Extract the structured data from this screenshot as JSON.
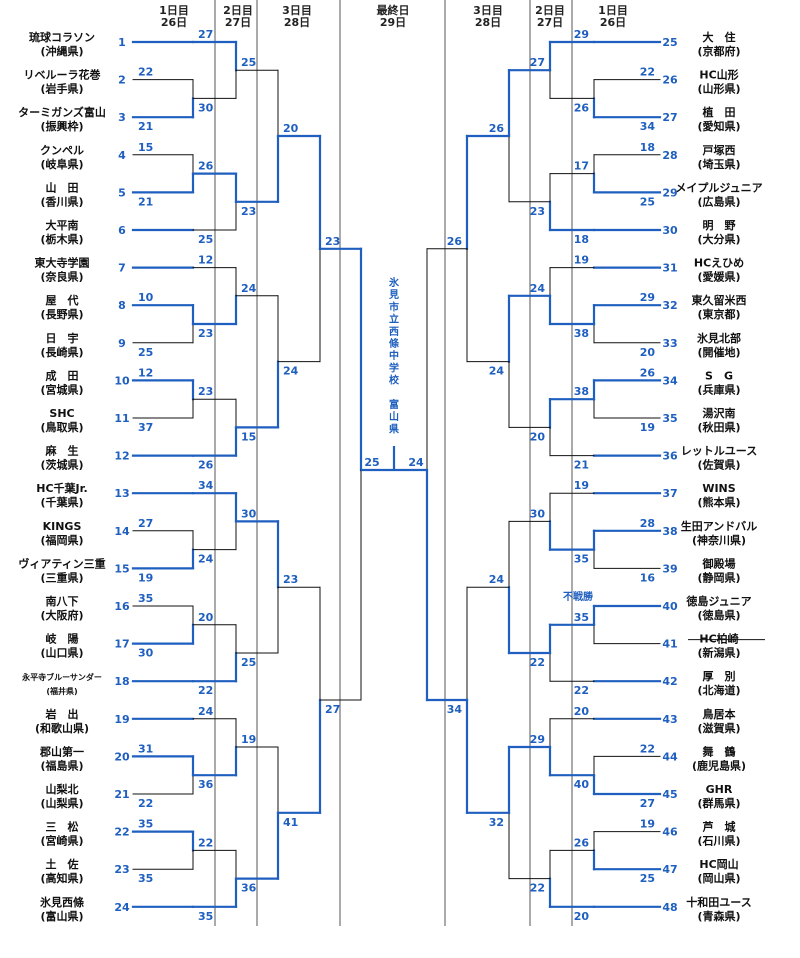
{
  "colors": {
    "win": "#1f5fbf",
    "lose": "#111111",
    "divider": "#555555",
    "text": "#111111"
  },
  "day_headers": {
    "left": [
      {
        "l1": "1日目",
        "l2": "26日"
      },
      {
        "l1": "2日目",
        "l2": "27日"
      },
      {
        "l1": "3日目",
        "l2": "28日"
      }
    ],
    "center": {
      "l1": "最終日",
      "l2": "29日"
    },
    "right": [
      {
        "l1": "3日目",
        "l2": "28日"
      },
      {
        "l1": "2日目",
        "l2": "27日"
      },
      {
        "l1": "1日目",
        "l2": "26日"
      }
    ]
  },
  "teams": [
    {
      "seed": "1",
      "name": "琉球コラソン",
      "pref": "(沖縄県)"
    },
    {
      "seed": "2",
      "name": "リベルーラ花巻",
      "pref": "(岩手県)"
    },
    {
      "seed": "3",
      "name": "ターミガンズ富山",
      "pref": "(振興枠)"
    },
    {
      "seed": "4",
      "name": "クンペル",
      "pref": "(岐阜県)"
    },
    {
      "seed": "5",
      "name": "山　田",
      "pref": "(香川県)"
    },
    {
      "seed": "6",
      "name": "大平南",
      "pref": "(栃木県)"
    },
    {
      "seed": "7",
      "name": "東大寺学園",
      "pref": "(奈良県)"
    },
    {
      "seed": "8",
      "name": "屋　代",
      "pref": "(長野県)"
    },
    {
      "seed": "9",
      "name": "日　宇",
      "pref": "(長崎県)"
    },
    {
      "seed": "10",
      "name": "成　田",
      "pref": "(宮城県)"
    },
    {
      "seed": "11",
      "name": "SHC",
      "pref": "(鳥取県)"
    },
    {
      "seed": "12",
      "name": "麻　生",
      "pref": "(茨城県)"
    },
    {
      "seed": "13",
      "name": "HC千葉Jr.",
      "pref": "(千葉県)"
    },
    {
      "seed": "14",
      "name": "KINGS",
      "pref": "(福岡県)"
    },
    {
      "seed": "15",
      "name": "ヴィアティン三重",
      "pref": "(三重県)"
    },
    {
      "seed": "16",
      "name": "南八下",
      "pref": "(大阪府)"
    },
    {
      "seed": "17",
      "name": "岐　陽",
      "pref": "(山口県)"
    },
    {
      "seed": "18",
      "name": "永平寺ブルーサンダー",
      "pref": "(福井県)"
    },
    {
      "seed": "19",
      "name": "岩　出",
      "pref": "(和歌山県)"
    },
    {
      "seed": "20",
      "name": "郡山第一",
      "pref": "(福島県)"
    },
    {
      "seed": "21",
      "name": "山梨北",
      "pref": "(山梨県)"
    },
    {
      "seed": "22",
      "name": "三　松",
      "pref": "(宮崎県)"
    },
    {
      "seed": "23",
      "name": "土　佐",
      "pref": "(高知県)"
    },
    {
      "seed": "24",
      "name": "氷見西條",
      "pref": "(富山県)"
    },
    {
      "seed": "25",
      "name": "大　住",
      "pref": "(京都府)"
    },
    {
      "seed": "26",
      "name": "HC山形",
      "pref": "(山形県)"
    },
    {
      "seed": "27",
      "name": "植　田",
      "pref": "(愛知県)"
    },
    {
      "seed": "28",
      "name": "戸塚西",
      "pref": "(埼玉県)"
    },
    {
      "seed": "29",
      "name": "メイプルジュニア",
      "pref": "(広島県)"
    },
    {
      "seed": "30",
      "name": "明　野",
      "pref": "(大分県)"
    },
    {
      "seed": "31",
      "name": "HCえひめ",
      "pref": "(愛媛県)"
    },
    {
      "seed": "32",
      "name": "東久留米西",
      "pref": "(東京都)"
    },
    {
      "seed": "33",
      "name": "氷見北部",
      "pref": "(開催地)"
    },
    {
      "seed": "34",
      "name": "S　G",
      "pref": "(兵庫県)"
    },
    {
      "seed": "35",
      "name": "湯沢南",
      "pref": "(秋田県)"
    },
    {
      "seed": "36",
      "name": "レットルユース",
      "pref": "(佐賀県)"
    },
    {
      "seed": "37",
      "name": "WINS",
      "pref": "(熊本県)"
    },
    {
      "seed": "38",
      "name": "生田アンドバル",
      "pref": "(神奈川県)"
    },
    {
      "seed": "39",
      "name": "御殿場",
      "pref": "(静岡県)"
    },
    {
      "seed": "40",
      "name": "徳島ジュニア",
      "pref": "(徳島県)"
    },
    {
      "seed": "41",
      "name": "HC柏崎",
      "pref": "(新潟県)"
    },
    {
      "seed": "42",
      "name": "厚　別",
      "pref": "(北海道)"
    },
    {
      "seed": "43",
      "name": "鳥居本",
      "pref": "(滋賀県)"
    },
    {
      "seed": "44",
      "name": "舞　鶴",
      "pref": "(鹿児島県)"
    },
    {
      "seed": "45",
      "name": "GHR",
      "pref": "(群馬県)"
    },
    {
      "seed": "46",
      "name": "芦　城",
      "pref": "(石川県)"
    },
    {
      "seed": "47",
      "name": "HC岡山",
      "pref": "(岡山県)"
    },
    {
      "seed": "48",
      "name": "十和田ユース",
      "pref": "(青森県)"
    }
  ],
  "champion": "氷見市立西條中学校　富山県",
  "forfeit_label": "不戦勝",
  "scores": {
    "L": [
      [
        "22",
        "21",
        "15",
        "21",
        "10",
        "25",
        "12",
        "37",
        "27",
        "19",
        "35",
        "30",
        "31",
        "22",
        "35",
        "35",
        "27"
      ],
      [
        "27",
        "30",
        "26",
        "25",
        "12",
        "23",
        "23",
        "26",
        "34",
        "24",
        "20",
        "22",
        "24",
        "36",
        "22",
        "35"
      ],
      [
        "25",
        "23",
        "24",
        "15",
        "30",
        "25",
        "19",
        "36"
      ],
      [
        "20",
        "24",
        "23",
        "41"
      ],
      [
        "23",
        "27"
      ],
      [
        "25"
      ]
    ],
    "R": [
      [
        "22",
        "34",
        "18",
        "25",
        "29",
        "20",
        "26",
        "19",
        "28",
        "16",
        "22",
        "27",
        "19",
        "25"
      ],
      [
        "29",
        "26",
        "17",
        "18",
        "19",
        "38",
        "38",
        "21",
        "19",
        "35",
        "35",
        "22",
        "20",
        "40",
        "26",
        "20"
      ],
      [
        "27",
        "23",
        "24",
        "20",
        "30",
        "22",
        "29",
        "22"
      ],
      [
        "26",
        "24",
        "24",
        "32"
      ],
      [
        "26",
        "34"
      ],
      [
        "24"
      ]
    ]
  }
}
